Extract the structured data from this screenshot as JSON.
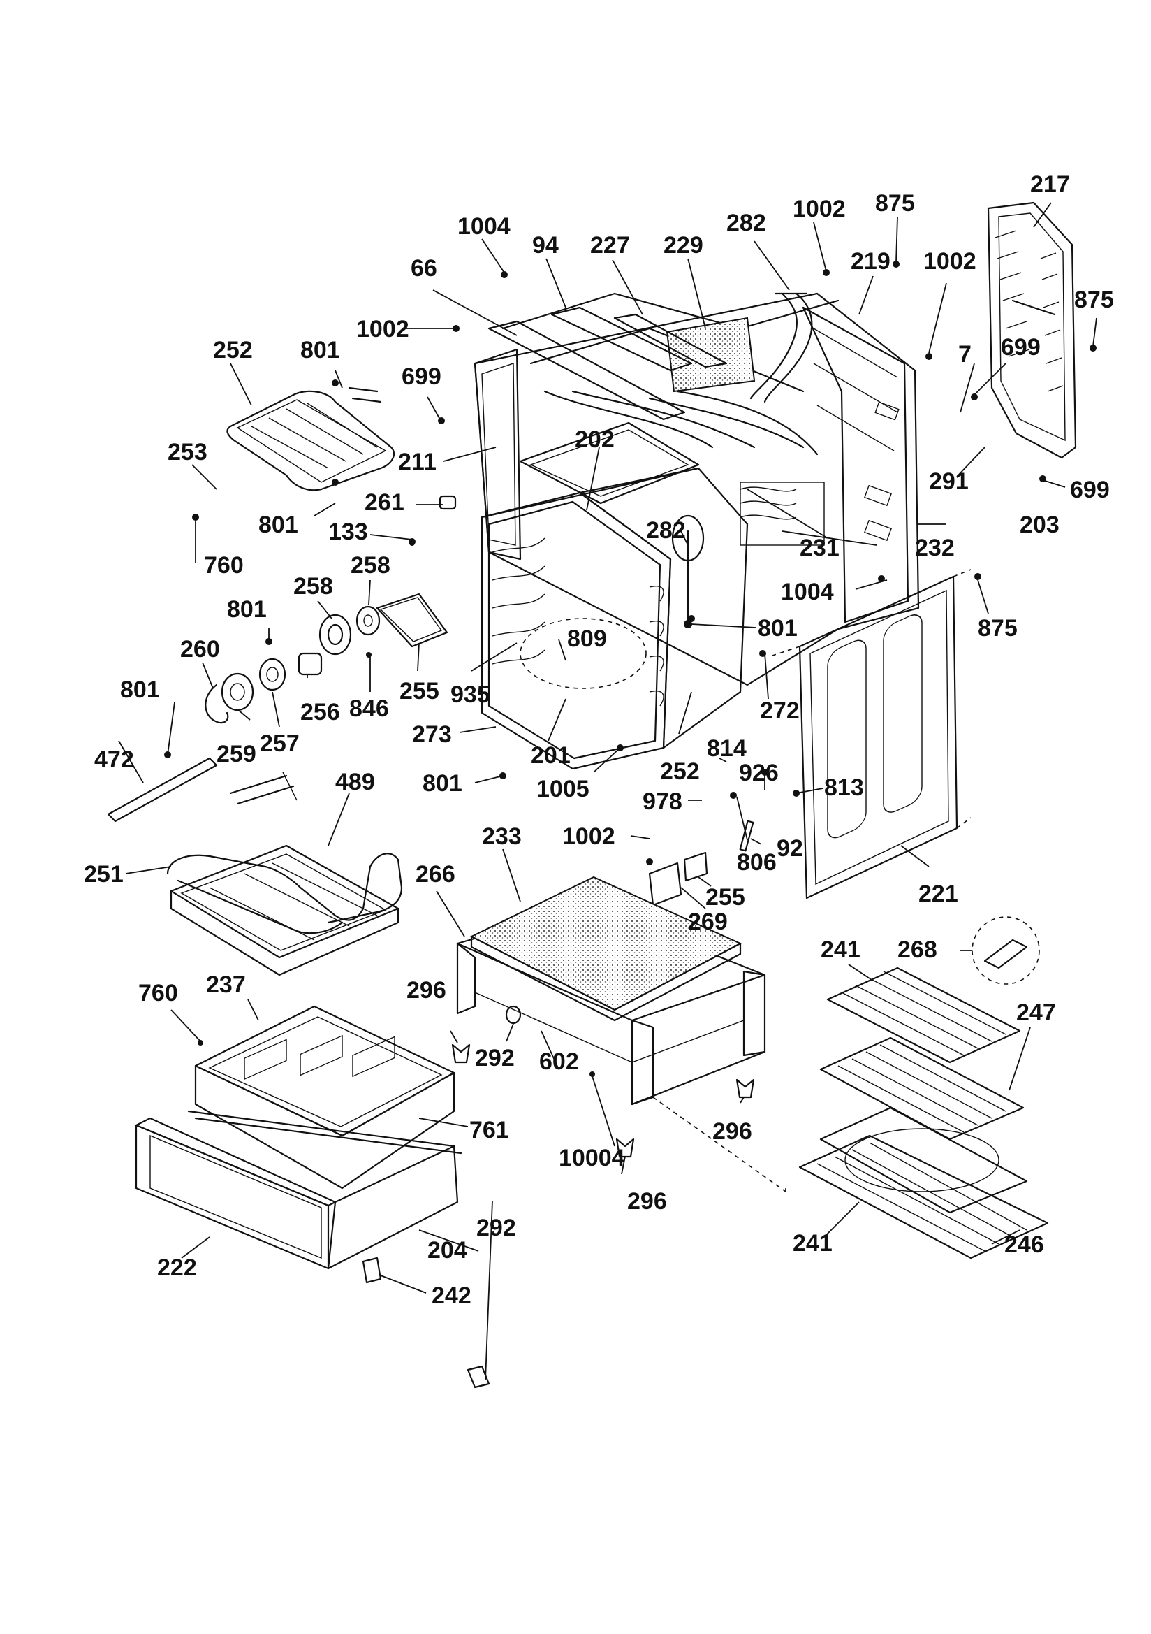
{
  "diagram": {
    "colors": {
      "ink": "#111111",
      "paper": "#ffffff"
    },
    "callouts": [
      {
        "id": "c217",
        "text": "217"
      },
      {
        "id": "c1004a",
        "text": "1004"
      },
      {
        "id": "c94",
        "text": "94"
      },
      {
        "id": "c227",
        "text": "227"
      },
      {
        "id": "c229",
        "text": "229"
      },
      {
        "id": "c282a",
        "text": "282"
      },
      {
        "id": "c1002a",
        "text": "1002"
      },
      {
        "id": "c875a",
        "text": "875"
      },
      {
        "id": "c219",
        "text": "219"
      },
      {
        "id": "c1002b",
        "text": "1002"
      },
      {
        "id": "c875b",
        "text": "875"
      },
      {
        "id": "c66",
        "text": "66"
      },
      {
        "id": "c1002c",
        "text": "1002"
      },
      {
        "id": "c699a",
        "text": "699"
      },
      {
        "id": "c7",
        "text": "7"
      },
      {
        "id": "c252a",
        "text": "252"
      },
      {
        "id": "c801a",
        "text": "801"
      },
      {
        "id": "c699b",
        "text": "699"
      },
      {
        "id": "c699c",
        "text": "699"
      },
      {
        "id": "c253",
        "text": "253"
      },
      {
        "id": "c211",
        "text": "211"
      },
      {
        "id": "c202",
        "text": "202"
      },
      {
        "id": "c291",
        "text": "291"
      },
      {
        "id": "c261",
        "text": "261"
      },
      {
        "id": "c801b",
        "text": "801"
      },
      {
        "id": "c133",
        "text": "133"
      },
      {
        "id": "c282b",
        "text": "282"
      },
      {
        "id": "c231",
        "text": "231"
      },
      {
        "id": "c232",
        "text": "232"
      },
      {
        "id": "c203",
        "text": "203"
      },
      {
        "id": "c760a",
        "text": "760"
      },
      {
        "id": "c258a",
        "text": "258"
      },
      {
        "id": "c258b",
        "text": "258"
      },
      {
        "id": "c1004b",
        "text": "1004"
      },
      {
        "id": "c801c",
        "text": "801"
      },
      {
        "id": "c801d",
        "text": "801"
      },
      {
        "id": "c875c",
        "text": "875"
      },
      {
        "id": "c260",
        "text": "260"
      },
      {
        "id": "c809",
        "text": "809"
      },
      {
        "id": "c255a",
        "text": "255"
      },
      {
        "id": "c846",
        "text": "846"
      },
      {
        "id": "c935",
        "text": "935"
      },
      {
        "id": "c801e",
        "text": "801"
      },
      {
        "id": "c256",
        "text": "256"
      },
      {
        "id": "c272",
        "text": "272"
      },
      {
        "id": "c273",
        "text": "273"
      },
      {
        "id": "c259",
        "text": "259"
      },
      {
        "id": "c257",
        "text": "257"
      },
      {
        "id": "c472",
        "text": "472"
      },
      {
        "id": "c201",
        "text": "201"
      },
      {
        "id": "c252b",
        "text": "252"
      },
      {
        "id": "c814",
        "text": "814"
      },
      {
        "id": "c801f",
        "text": "801"
      },
      {
        "id": "c489",
        "text": "489"
      },
      {
        "id": "c1005",
        "text": "1005"
      },
      {
        "id": "c926",
        "text": "926"
      },
      {
        "id": "c978",
        "text": "978"
      },
      {
        "id": "c813",
        "text": "813"
      },
      {
        "id": "c1002d",
        "text": "1002"
      },
      {
        "id": "c92",
        "text": "92"
      },
      {
        "id": "c233",
        "text": "233"
      },
      {
        "id": "c806",
        "text": "806"
      },
      {
        "id": "c251",
        "text": "251"
      },
      {
        "id": "c266",
        "text": "266"
      },
      {
        "id": "c255b",
        "text": "255"
      },
      {
        "id": "c221",
        "text": "221"
      },
      {
        "id": "c269",
        "text": "269"
      },
      {
        "id": "c241a",
        "text": "241"
      },
      {
        "id": "c268",
        "text": "268"
      },
      {
        "id": "c760b",
        "text": "760"
      },
      {
        "id": "c237",
        "text": "237"
      },
      {
        "id": "c296a",
        "text": "296"
      },
      {
        "id": "c247",
        "text": "247"
      },
      {
        "id": "c292a",
        "text": "292"
      },
      {
        "id": "c602",
        "text": "602"
      },
      {
        "id": "c761",
        "text": "761"
      },
      {
        "id": "c296b",
        "text": "296"
      },
      {
        "id": "c10004",
        "text": "10004"
      },
      {
        "id": "c296c",
        "text": "296"
      },
      {
        "id": "c292b",
        "text": "292"
      },
      {
        "id": "c241b",
        "text": "241"
      },
      {
        "id": "c246",
        "text": "246"
      },
      {
        "id": "c204",
        "text": "204"
      },
      {
        "id": "c222",
        "text": "222"
      },
      {
        "id": "c242",
        "text": "242"
      }
    ]
  }
}
